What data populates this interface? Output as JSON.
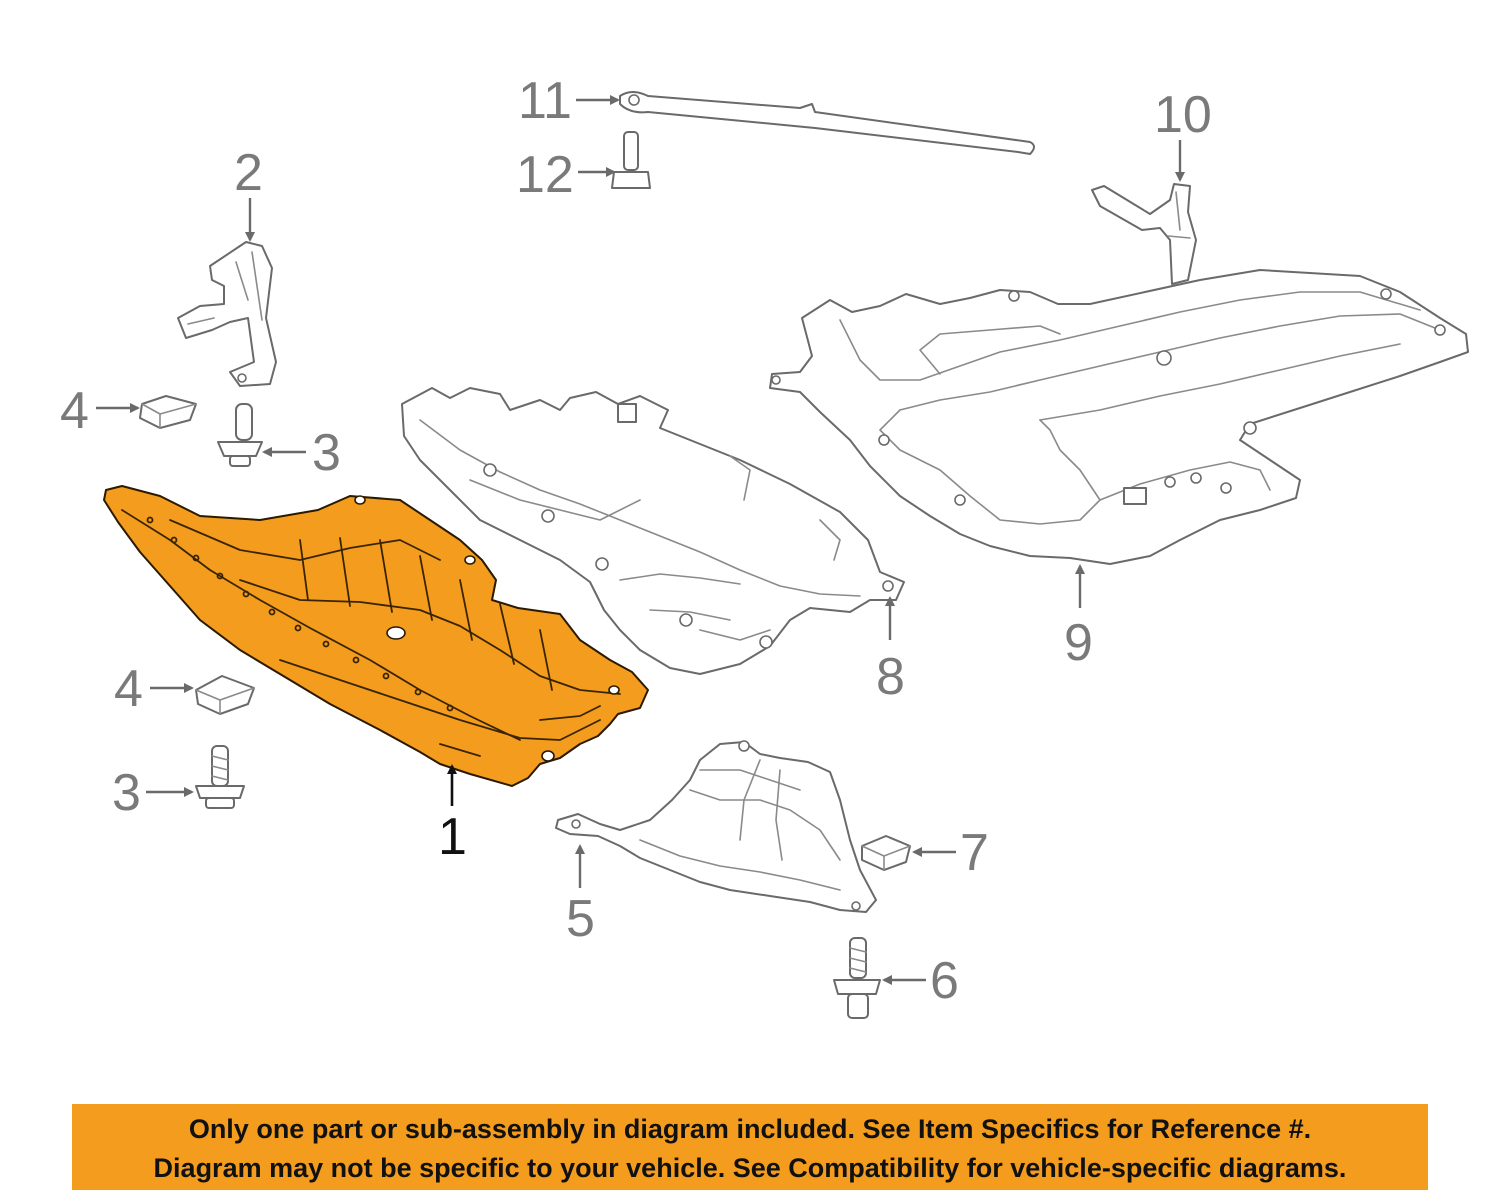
{
  "callouts": {
    "c1": "1",
    "c2": "2",
    "c3a": "3",
    "c3b": "3",
    "c4a": "4",
    "c4b": "4",
    "c5": "5",
    "c6": "6",
    "c7": "7",
    "c8": "8",
    "c9": "9",
    "c10": "10",
    "c11": "11",
    "c12": "12"
  },
  "notice": {
    "line1": "Only one part or sub-assembly in diagram included. See Item Specifics for Reference #.",
    "line2": "Diagram may not be specific to your vehicle. See Compatibility for vehicle-specific diagrams."
  },
  "colors": {
    "highlight": "#f39c1d",
    "outline": "#6a6a6a",
    "callout_text": "#7a7a7a"
  }
}
